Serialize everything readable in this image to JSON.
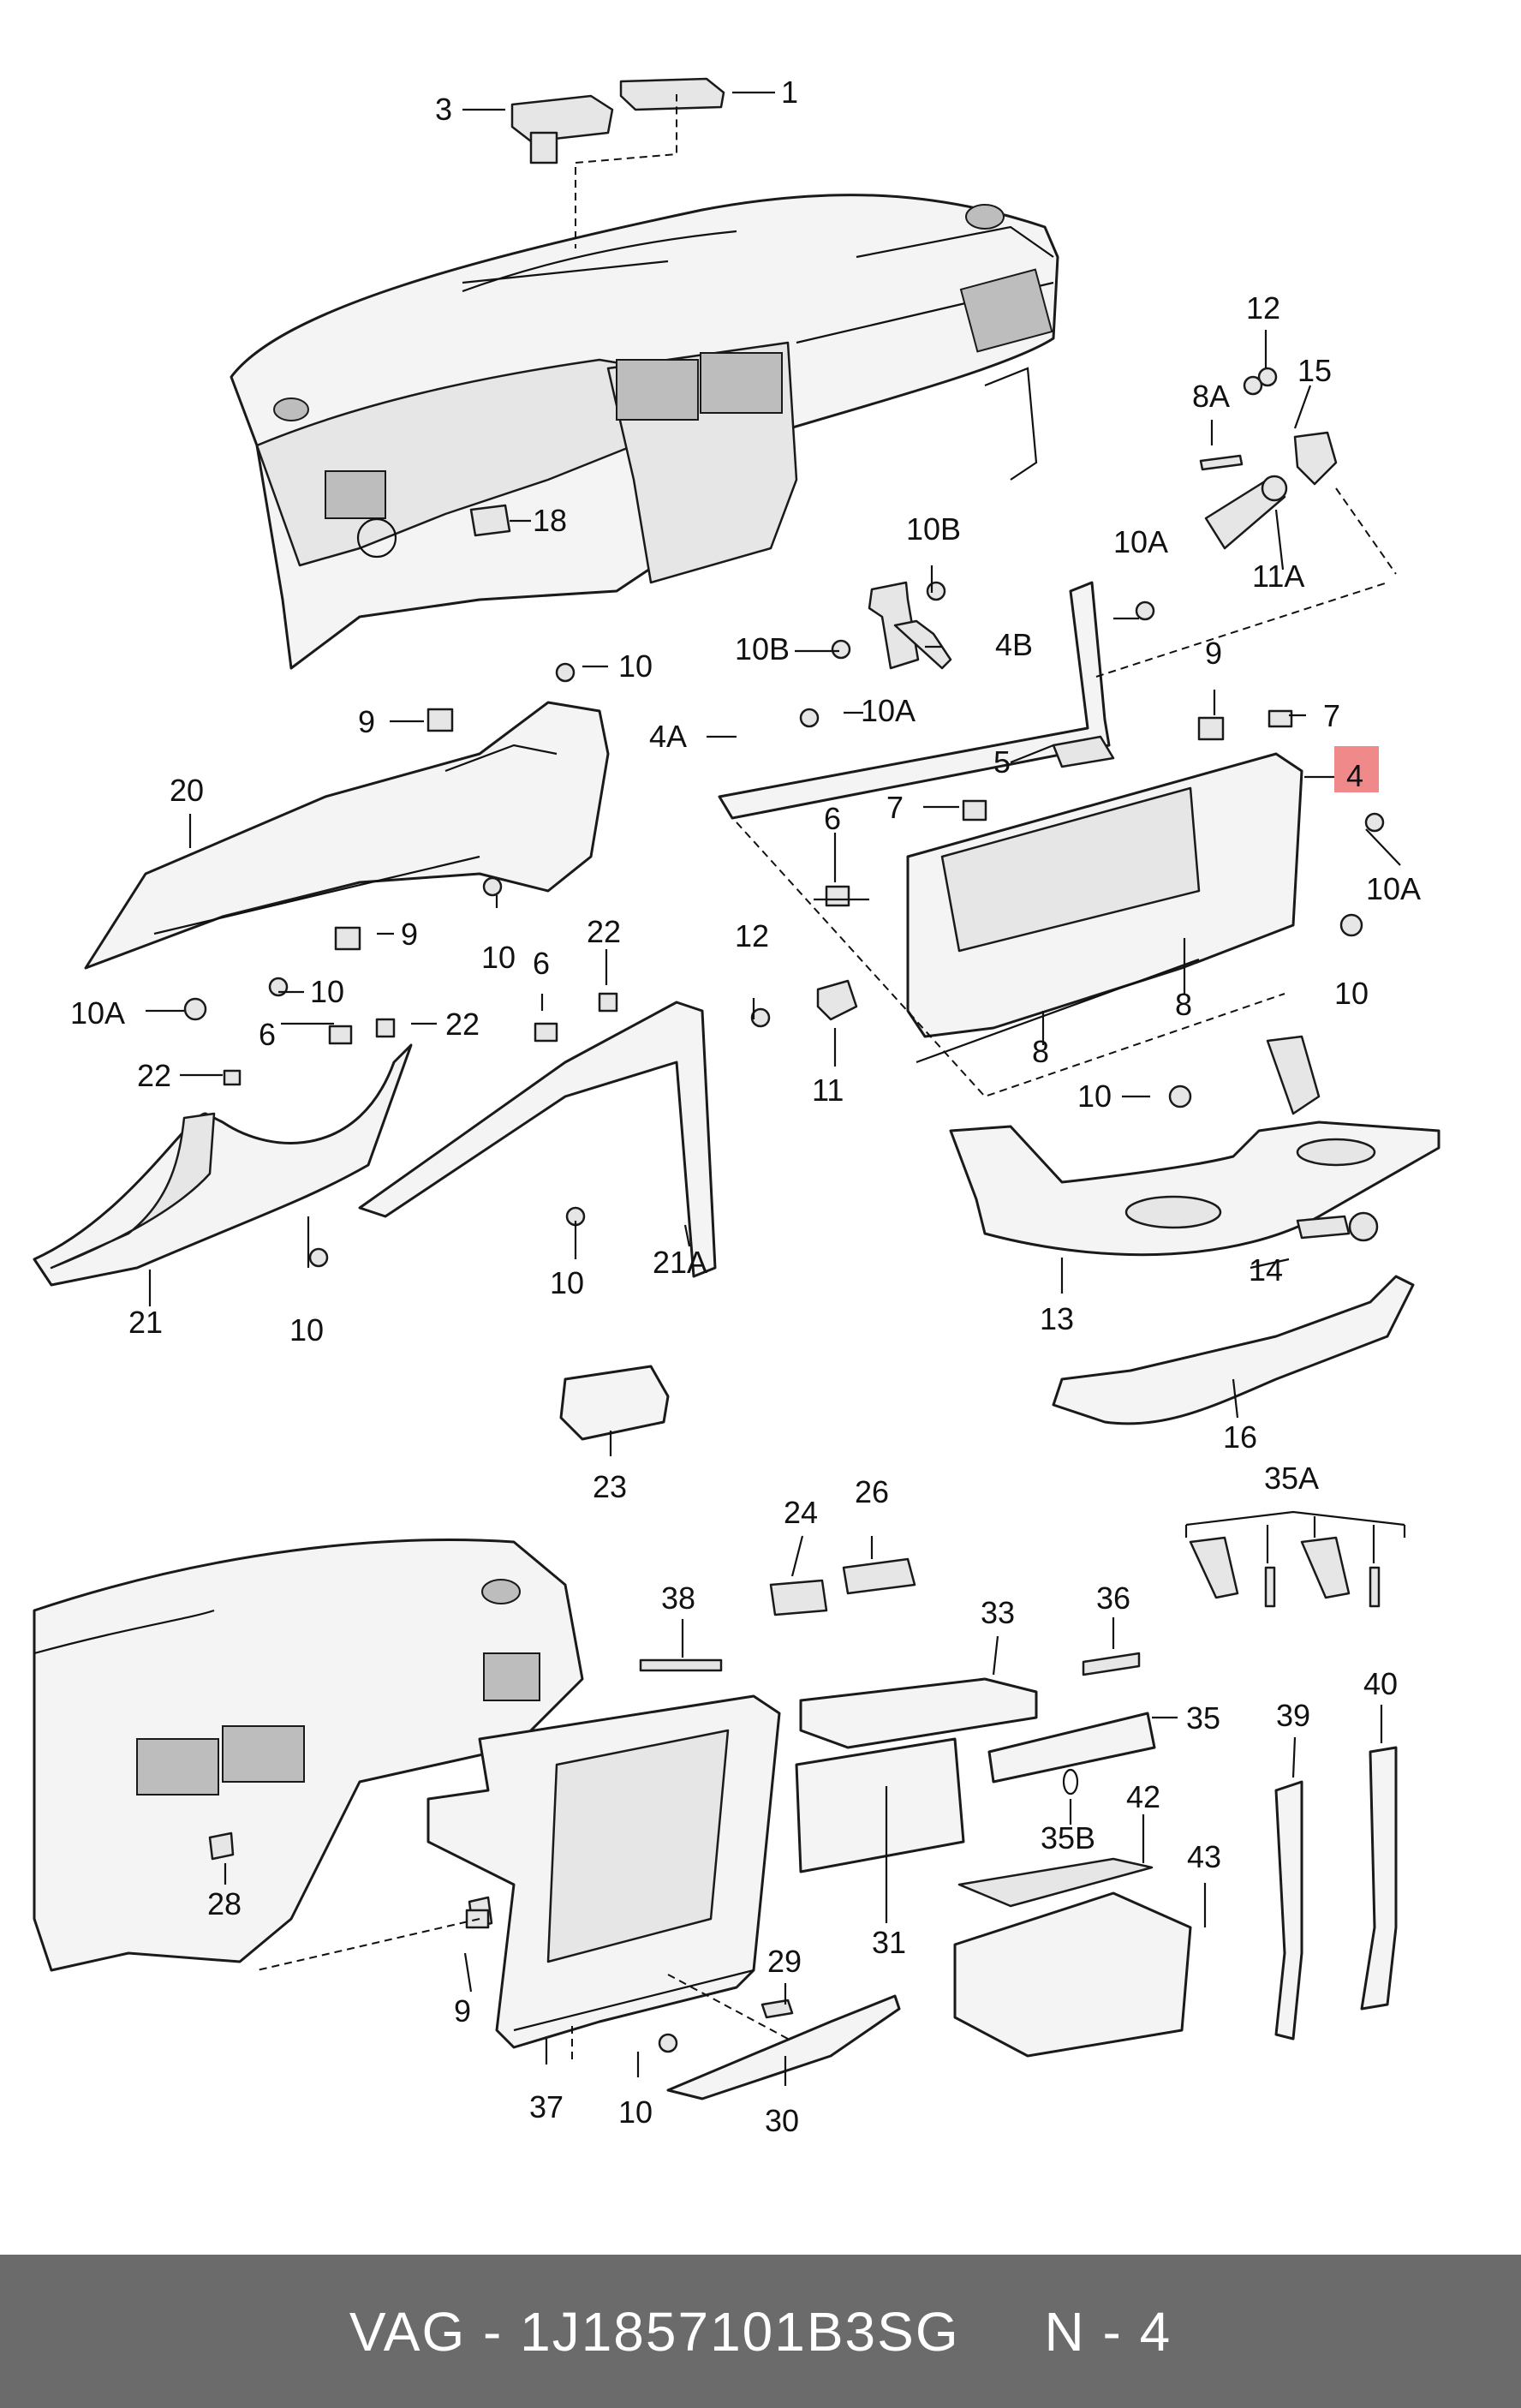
{
  "labels": {
    "l1": "1",
    "l3": "3",
    "l18": "18",
    "l12a": "12",
    "l15": "15",
    "l8A": "8A",
    "l11A": "11A",
    "l10Ba": "10B",
    "l10Bb": "10B",
    "l4B": "4B",
    "l10Aa": "10A",
    "l10a": "10",
    "l9a": "9",
    "l20": "20",
    "l10Ab": "10A",
    "l4A": "4A",
    "l5": "5",
    "l9b": "9",
    "l7a": "7",
    "l4": "4",
    "l10Ac": "10A",
    "l7b": "7",
    "l6a": "6",
    "l10b": "10",
    "l10c": "10",
    "l9c": "9",
    "l10Ad": "10A",
    "l22a": "22",
    "l6b": "6",
    "l12b": "12",
    "l11": "11",
    "l8a": "8",
    "l8b": "8",
    "l10d": "10",
    "l10e": "10",
    "l6c": "6",
    "l22b": "22",
    "l22c": "22",
    "l21": "21",
    "l10f": "10",
    "l10g": "10",
    "l21A": "21A",
    "l14": "14",
    "l13": "13",
    "l16": "16",
    "l23": "23",
    "l24": "24",
    "l26": "26",
    "l35A": "35A",
    "l38": "38",
    "l33": "33",
    "l36": "36",
    "l35": "35",
    "l39": "39",
    "l40": "40",
    "l35B": "35B",
    "l42": "42",
    "l28": "28",
    "l31": "31",
    "l43": "43",
    "l29": "29",
    "l9d": "9",
    "l37": "37",
    "l10h": "10",
    "l30": "30"
  },
  "highlight": {
    "label": "4",
    "color": "#f08a8a"
  },
  "footer": {
    "text": "VAG - 1J1857101B3SG     N - 4",
    "background": "#6b6b6b",
    "text_color": "#ffffff"
  }
}
